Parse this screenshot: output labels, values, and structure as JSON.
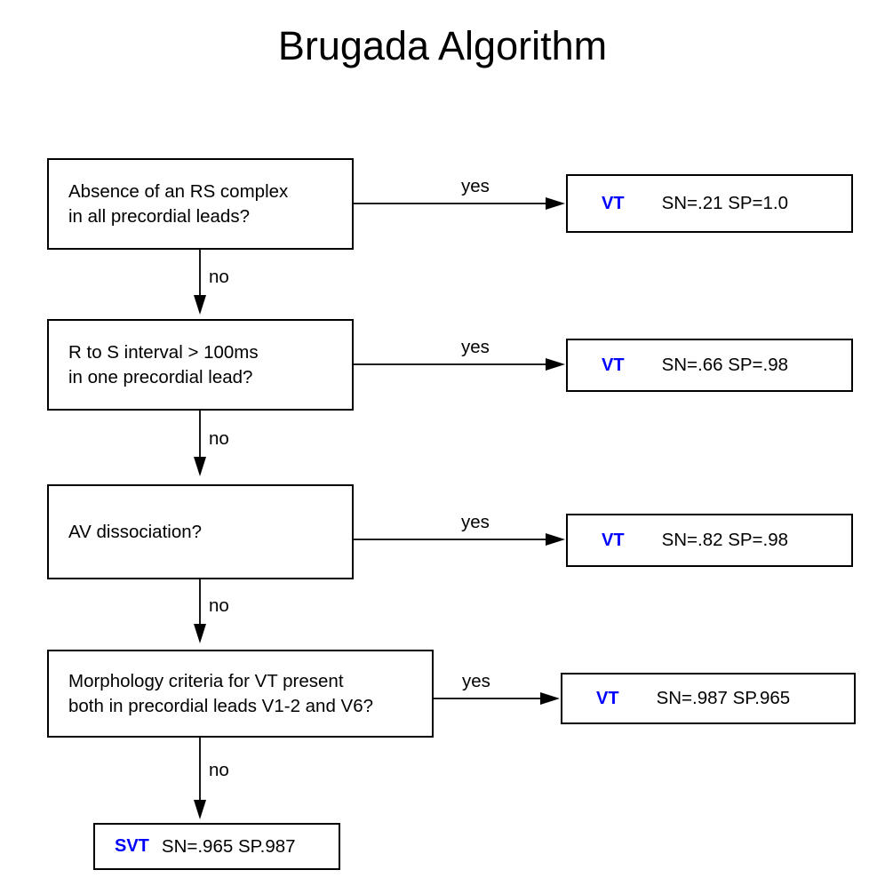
{
  "title": "Brugada Algorithm",
  "colors": {
    "diagnosis_blue": "#0000FF",
    "line_black": "#000000",
    "background": "#FFFFFF"
  },
  "edge_labels": {
    "yes": "yes",
    "no": "no"
  },
  "steps": [
    {
      "id": "step1",
      "question": "Absence of an RS complex\nin all precordial leads?",
      "yes_label": "yes",
      "no_label": "no",
      "result": {
        "diagnosis": "VT",
        "stats": "SN=.21 SP=1.0"
      }
    },
    {
      "id": "step2",
      "question": "R to S interval > 100ms\nin one precordial lead?",
      "yes_label": "yes",
      "no_label": "no",
      "result": {
        "diagnosis": "VT",
        "stats": "SN=.66 SP=.98"
      }
    },
    {
      "id": "step3",
      "question": "AV dissociation?",
      "yes_label": "yes",
      "no_label": "no",
      "result": {
        "diagnosis": "VT",
        "stats": "SN=.82 SP=.98"
      }
    },
    {
      "id": "step4",
      "question": "Morphology criteria for VT present\nboth in precordial leads V1-2 and V6?",
      "yes_label": "yes",
      "no_label": "no",
      "result": {
        "diagnosis": "VT",
        "stats": "SN=.987 SP.965"
      }
    }
  ],
  "final": {
    "diagnosis": "SVT",
    "stats": "SN=.965 SP.987"
  }
}
